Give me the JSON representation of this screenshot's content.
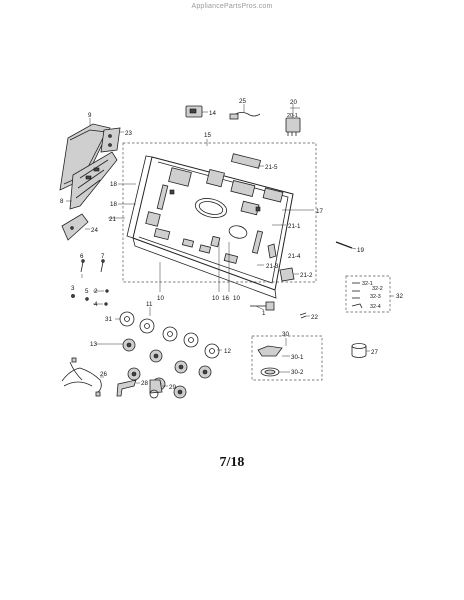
{
  "watermark": "AppliancePartsPros.com",
  "page_number": "7/18",
  "callouts": {
    "c1": "1",
    "c2": "2",
    "c3": "3",
    "c4": "4",
    "c5": "5",
    "c6": "6",
    "c7": "7",
    "c8": "8",
    "c9": "9",
    "c10a": "10",
    "c10b": "10",
    "c10c": "10",
    "c11": "11",
    "c12": "12",
    "c13": "13",
    "c14": "14",
    "c15": "15",
    "c16": "16",
    "c17": "17",
    "c18a": "18",
    "c18b": "18",
    "c19": "19",
    "c20": "20",
    "c20_1": "20-1",
    "c21": "21",
    "c21_1": "21-1",
    "c21_2": "21-2",
    "c21_3": "21-3",
    "c21_4": "21-4",
    "c21_5": "21-5",
    "c22": "22",
    "c23": "23",
    "c24": "24",
    "c25": "25",
    "c26": "26",
    "c27": "27",
    "c28": "28",
    "c29": "29",
    "c30": "30",
    "c30_1": "30-1",
    "c30_2": "30-2",
    "c31": "31",
    "c32": "32",
    "c32_1": "32-1",
    "c32_2": "32-2",
    "c32_3": "32-3",
    "c32_4": "32-4"
  }
}
